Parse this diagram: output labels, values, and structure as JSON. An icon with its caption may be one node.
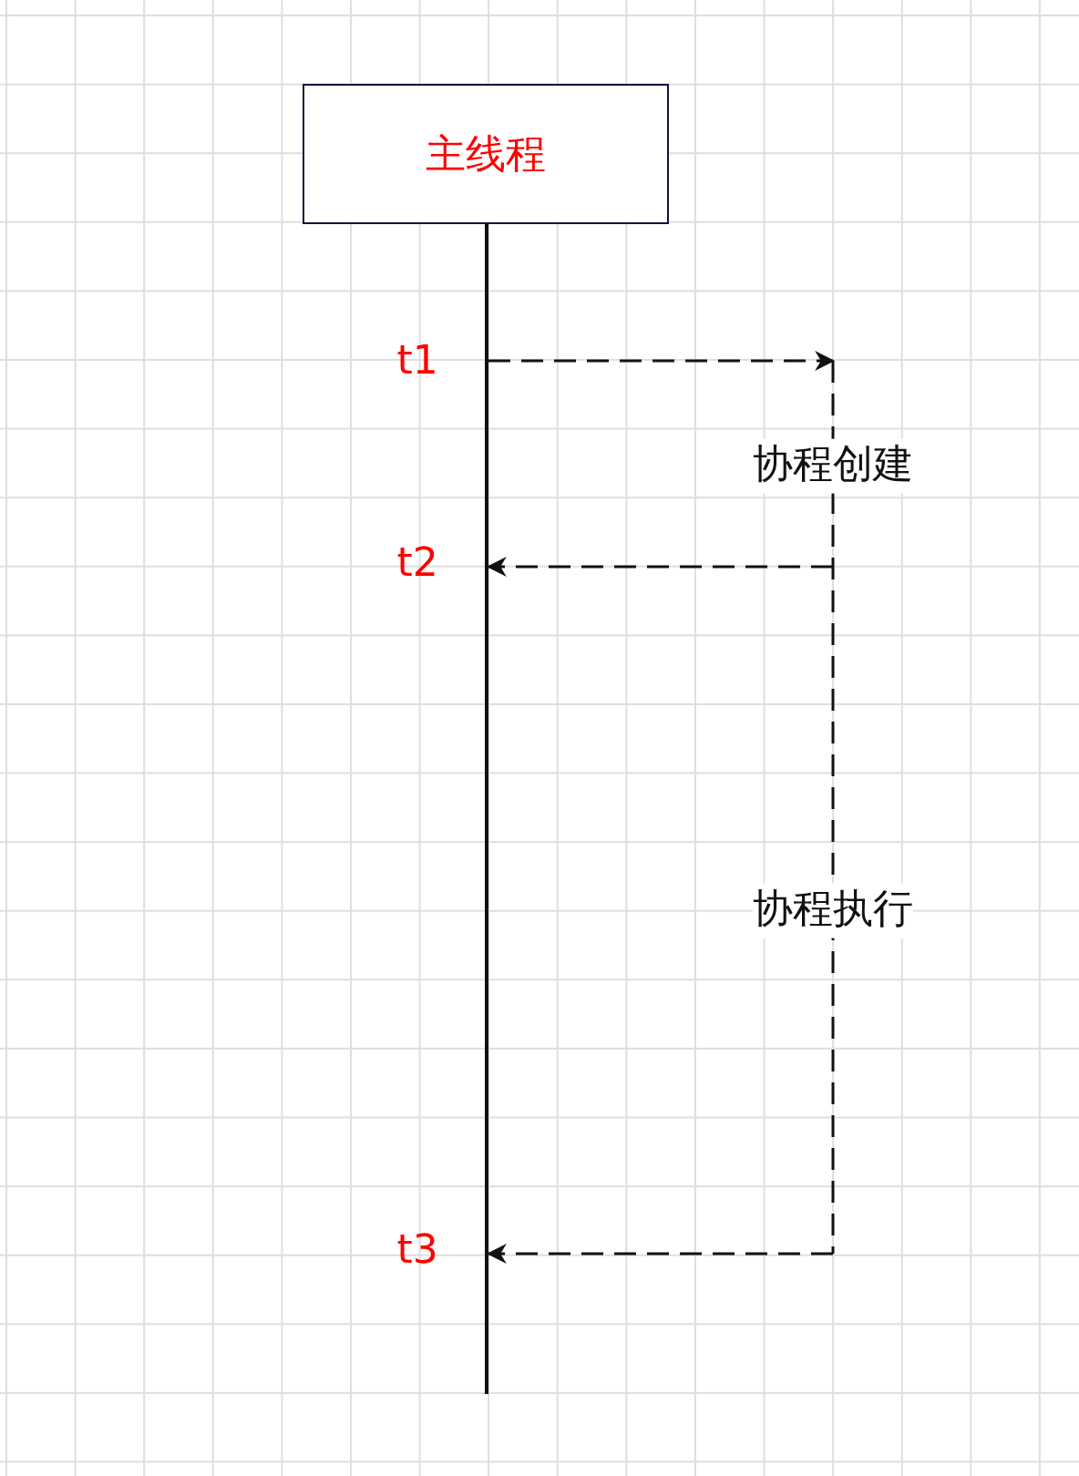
{
  "diagram": {
    "nodes": [
      {
        "text": [
          "主线程"
        ]
      },
      {
        "text": [],
        "shape": "bar"
      }
    ],
    "edges": [
      {
        "from": 1,
        "to": null,
        "arrow": "to",
        "style": "dashed"
      },
      {
        "from": null,
        "to": 1,
        "arrow": "to",
        "style": "dashed"
      },
      {
        "from": null,
        "to": 1,
        "arrow": "to",
        "style": "dashed"
      }
    ],
    "labels": [
      "t1",
      "协程创建",
      "t2",
      "协程执行",
      "t3"
    ]
  }
}
